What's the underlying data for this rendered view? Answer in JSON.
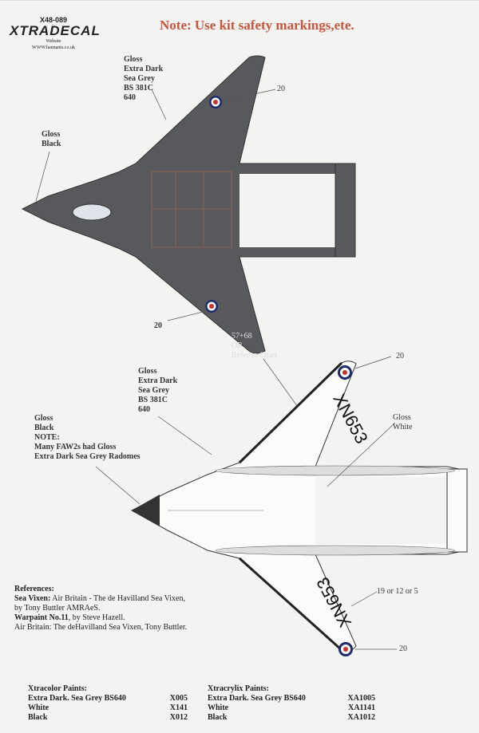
{
  "header": {
    "logo": {
      "code": "X48-089",
      "brand": "XTRADECAL",
      "tagline": "Website",
      "url": "WWW.hannants.co.uk"
    },
    "note": "Note: Use kit safety markings,ete."
  },
  "upper_view": {
    "wing_label": [
      "Gloss",
      "Extra Dark",
      "Sea Grey",
      "BS 381C",
      "640"
    ],
    "nose_label": [
      "Gloss",
      "Black"
    ],
    "callout_top": "20",
    "callout_bottom": "20",
    "stencil_label": [
      "57+68",
      "OR",
      "Refer to Chart"
    ]
  },
  "lower_view": {
    "wing_label": [
      "Gloss",
      "Extra Dark",
      "Sea Grey",
      "BS 381C",
      "640"
    ],
    "nose_label": [
      "Gloss",
      "Black",
      "NOTE:",
      "Many FAW2s had Gloss",
      "Extra Dark Sea Grey Radomes"
    ],
    "white_label": [
      "Gloss",
      "White"
    ],
    "serial": "XN653",
    "callout_top": "20",
    "callout_mid": "19 or 12 or 5",
    "callout_bottom": "20"
  },
  "references": {
    "title": "References:",
    "lines": [
      {
        "bold": "Sea Vixen:",
        "text": " Air Britain - The de Havilland Sea Vixen,"
      },
      {
        "bold": "",
        "text": "by Tony Buttler AMRAeS."
      },
      {
        "bold": "Warpaint No.11",
        "text": ", by Steve Hazell."
      },
      {
        "bold": "",
        "text": "Air Britain: The deHavilland Sea Vixen, Tony Buttler."
      }
    ]
  },
  "paints": {
    "xtracolor": {
      "title": "Xtracolor Paints:",
      "items": [
        {
          "name": "Extra Dark. Sea Grey BS640",
          "code": "X005"
        },
        {
          "name": "White",
          "code": "X141"
        },
        {
          "name": "Black",
          "code": "X012"
        }
      ]
    },
    "xtracrylix": {
      "title": "Xtracrylix Paints:",
      "items": [
        {
          "name": "Extra Dark. Sea Grey BS640",
          "code": "XA1005"
        },
        {
          "name": "White",
          "code": "XA1141"
        },
        {
          "name": "Black",
          "code": "XA1012"
        }
      ]
    }
  },
  "colors": {
    "edsg": "#58595c",
    "note": "#c8553d",
    "roundel_blue": "#1d2a6b",
    "roundel_red": "#c8322d"
  }
}
